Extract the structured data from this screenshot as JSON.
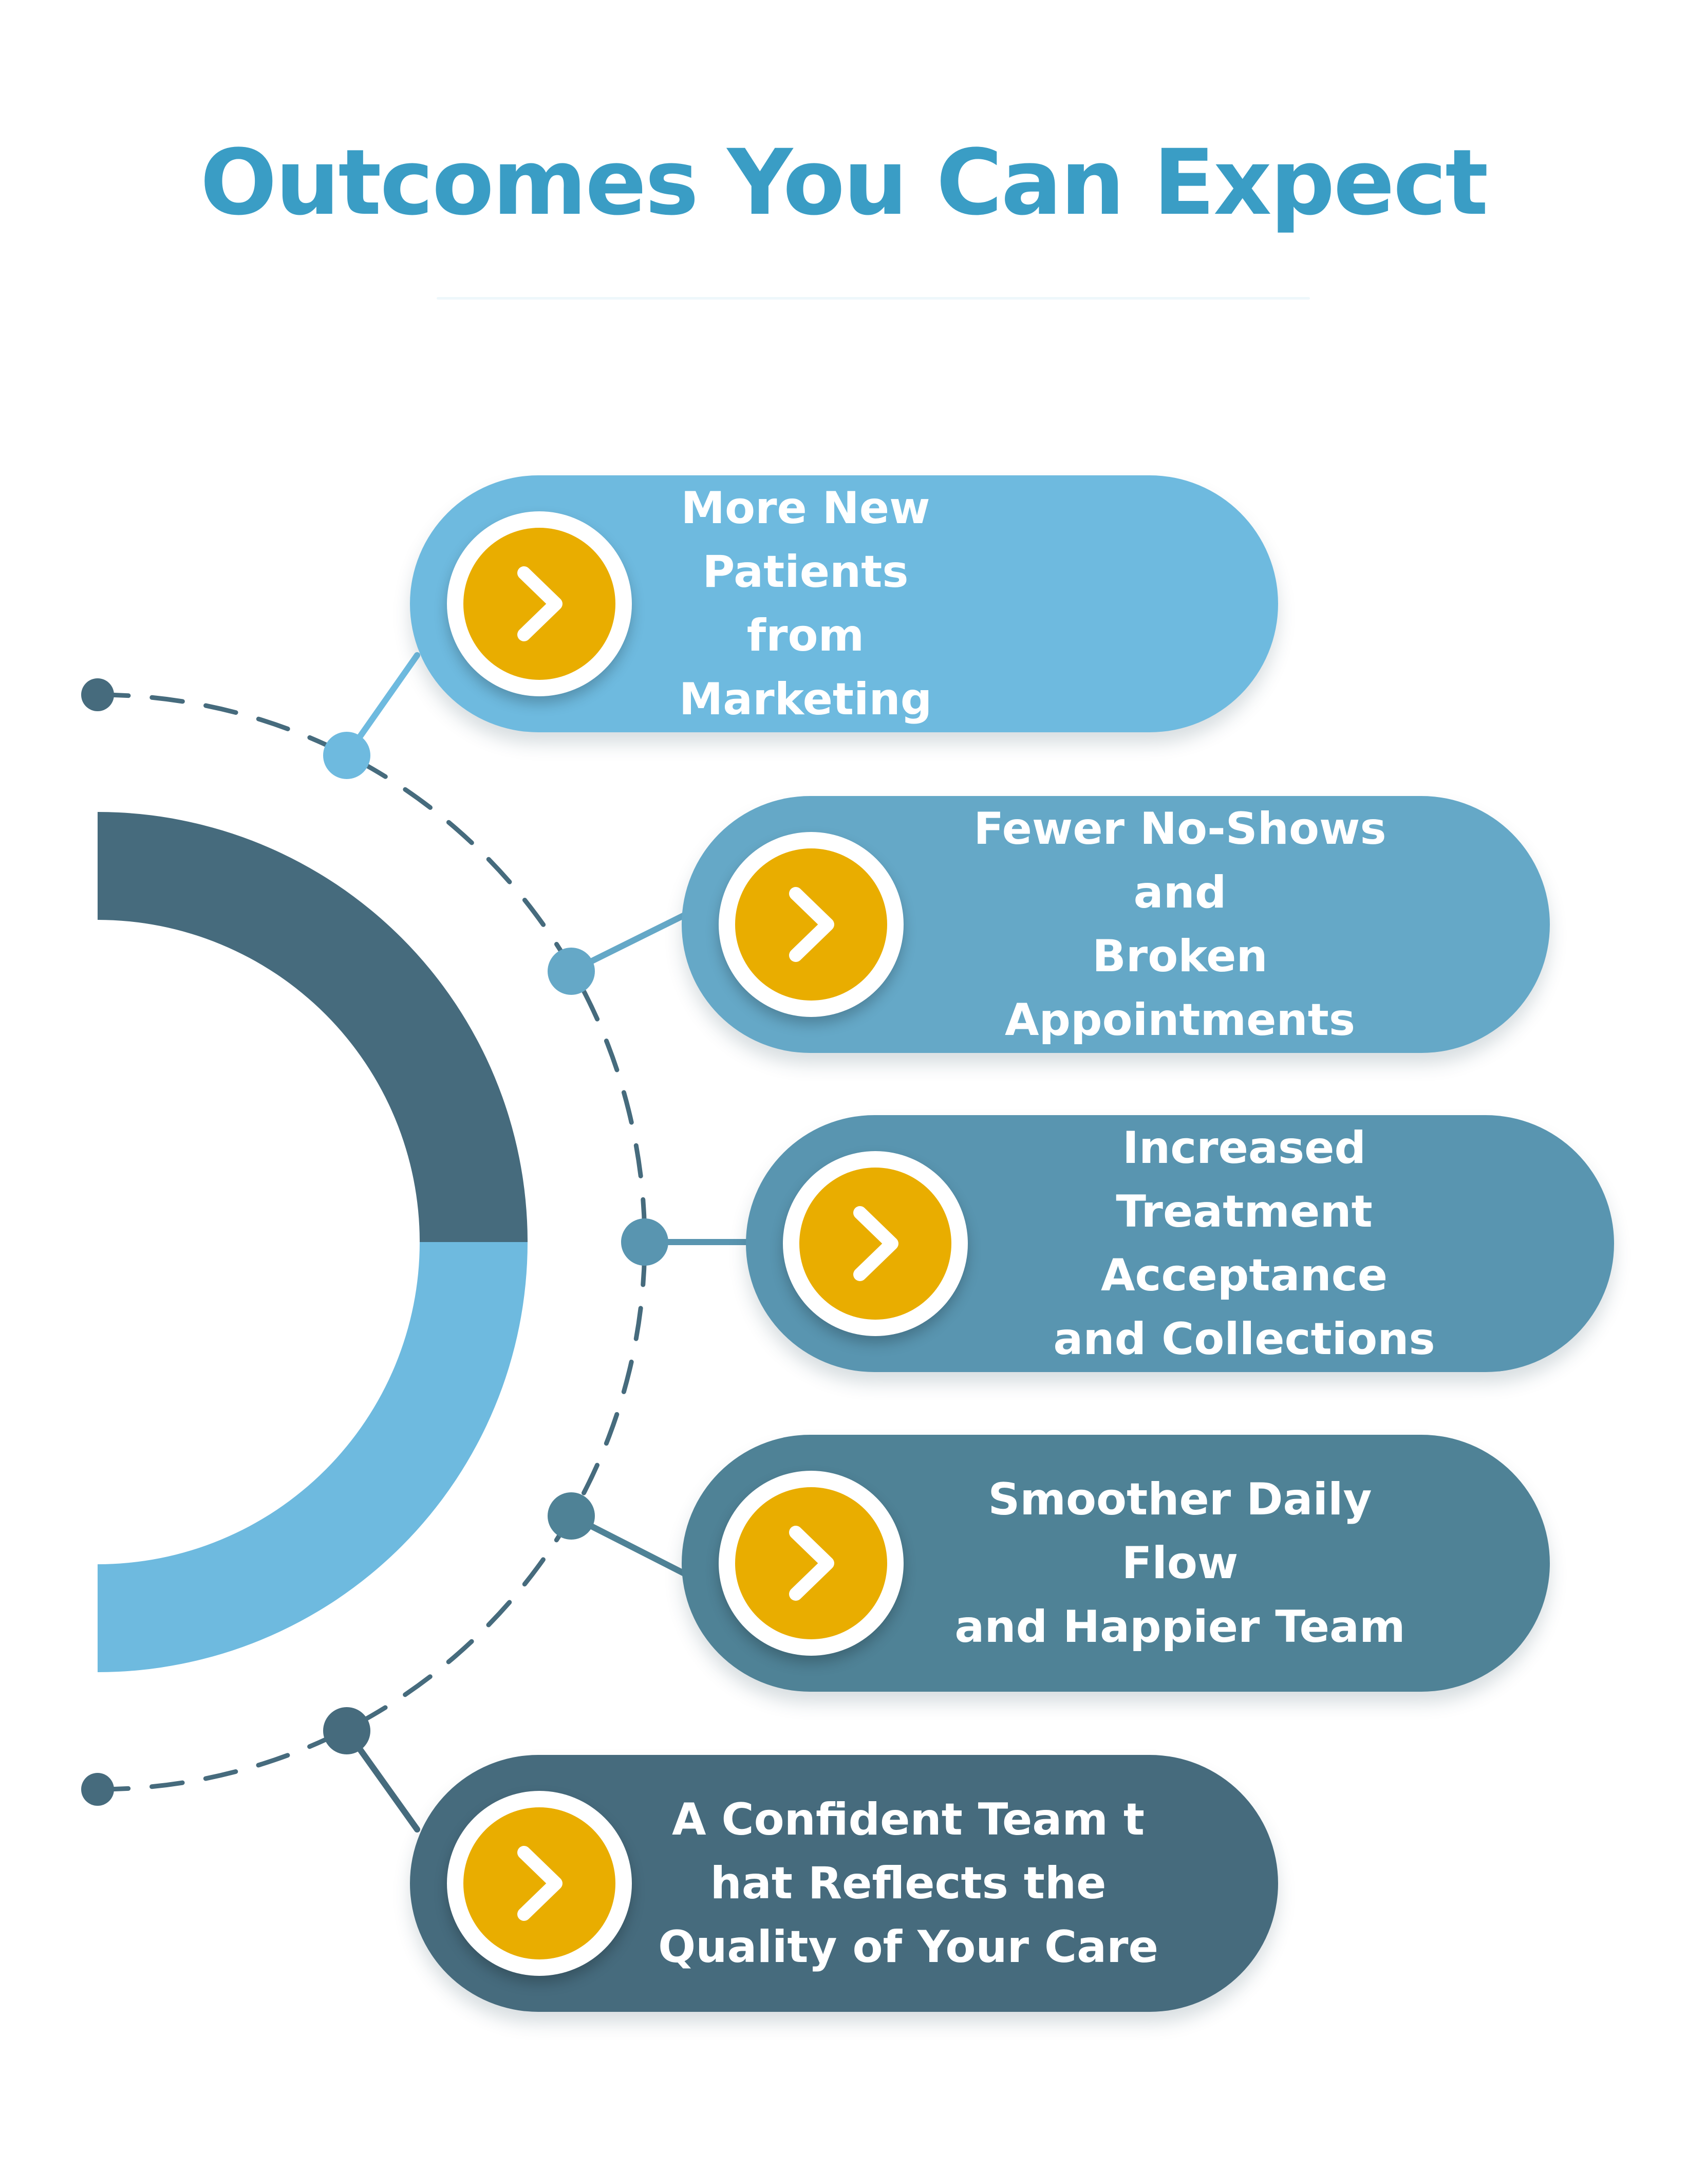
{
  "title": "Outcomes You Can Expect",
  "colors": {
    "title": "#3a9dc5",
    "ring_dark": "#466b7d",
    "ring_light": "#6ebadf",
    "dashed_arc": "#466b7d",
    "badge": "#e9ad00",
    "badge_ring": "#ffffff",
    "text": "#ffffff"
  },
  "outcomes": [
    {
      "label": "More New Patients\nfrom Marketing",
      "color": "#6ebadf",
      "node_color": "#6ebadf",
      "icon": "chevron-right-icon"
    },
    {
      "label": "Fewer No-Shows and\nBroken Appointments",
      "color": "#65a8c7",
      "node_color": "#65a8c7",
      "icon": "chevron-right-icon"
    },
    {
      "label": "Increased Treatment\nAcceptance\nand Collections",
      "color": "#5995b0",
      "node_color": "#5995b0",
      "icon": "chevron-right-icon"
    },
    {
      "label": "Smoother Daily Flow\nand Happier Team",
      "color": "#4f8296",
      "node_color": "#4f8296",
      "icon": "chevron-right-icon"
    },
    {
      "label": "A Confident Team t\nhat Reflects the\nQuality of Your Care",
      "color": "#466b7d",
      "node_color": "#466b7d",
      "icon": "chevron-right-icon"
    }
  ]
}
